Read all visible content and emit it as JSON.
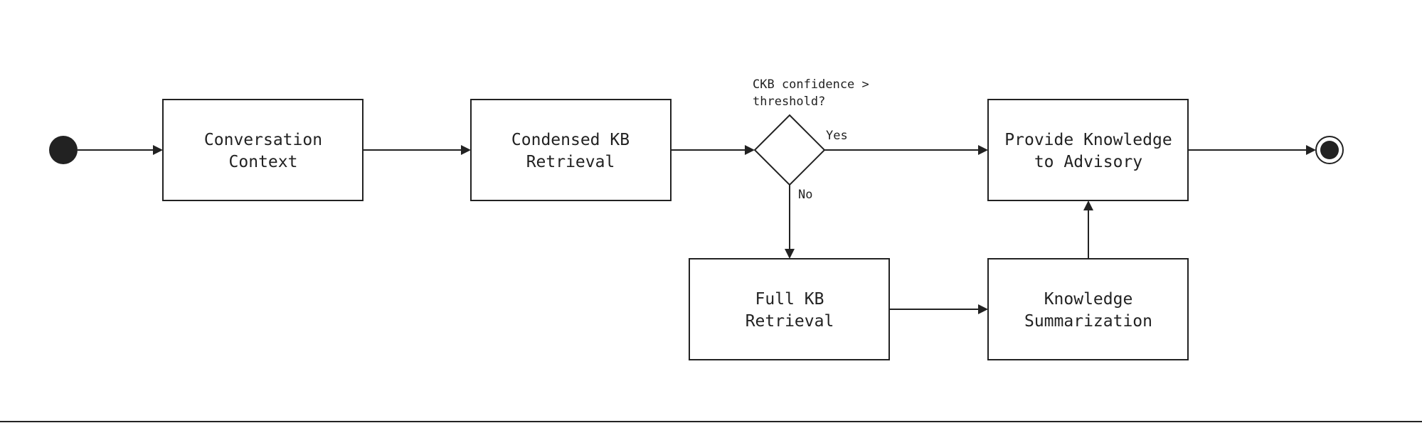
{
  "diagram": {
    "nodes": {
      "conversation_context": {
        "line1": "Conversation",
        "line2": "Context"
      },
      "condensed_kb": {
        "line1": "Condensed KB",
        "line2": "Retrieval"
      },
      "provide_knowledge": {
        "line1": "Provide Knowledge",
        "line2": "to Advisory"
      },
      "full_kb": {
        "line1": "Full KB",
        "line2": "Retrieval"
      },
      "summarization": {
        "line1": "Knowledge",
        "line2": "Summarization"
      }
    },
    "decision": {
      "line1": "CKB confidence >",
      "line2": "threshold?"
    },
    "edge_labels": {
      "yes": "Yes",
      "no": "No"
    },
    "colors": {
      "stroke": "#222222",
      "background": "#ffffff"
    }
  }
}
